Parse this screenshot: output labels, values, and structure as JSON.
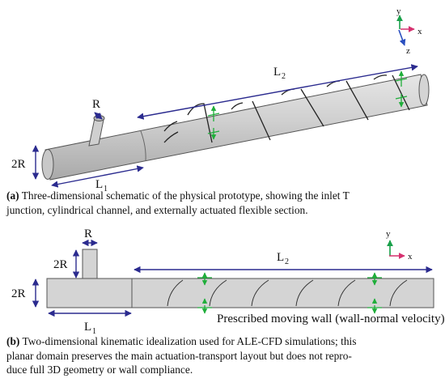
{
  "panel_a": {
    "labels": {
      "diameter": "2R",
      "branch_radius": "R",
      "length1": "L",
      "length1_sub": "1",
      "length2": "L",
      "length2_sub": "2"
    },
    "axes": {
      "y": "y",
      "x": "x",
      "z": "z"
    },
    "caption_tag": "(a)",
    "caption_line1": " Three-dimensional schematic of the physical prototype, showing the inlet T",
    "caption_line2": "junction, cylindrical channel, and externally actuated flexible section."
  },
  "panel_b": {
    "labels": {
      "diameter": "2R",
      "branch_height": "2R",
      "branch_radius": "R",
      "length1": "L",
      "length1_sub": "1",
      "length2": "L",
      "length2_sub": "2",
      "moving_wall": "Prescribed moving wall (wall-normal velocity)"
    },
    "axes": {
      "y": "y",
      "x": "x"
    },
    "caption_tag": "(b)",
    "caption_line1": " Two-dimensional kinematic idealization used for ALE-CFD simulations; this",
    "caption_line2": "planar domain preserves the main actuation-transport layout but does not repro-",
    "caption_line3": "duce full 3D geometry or wall compliance."
  },
  "colors": {
    "pipe_fill": "#cfcfcf",
    "pipe_edge": "#555555",
    "dimension": "#2b2b8f",
    "actuator": "#1fae3a",
    "axis_x": "#d6306f",
    "axis_y": "#19a04a",
    "axis_z": "#2a4fbf"
  }
}
